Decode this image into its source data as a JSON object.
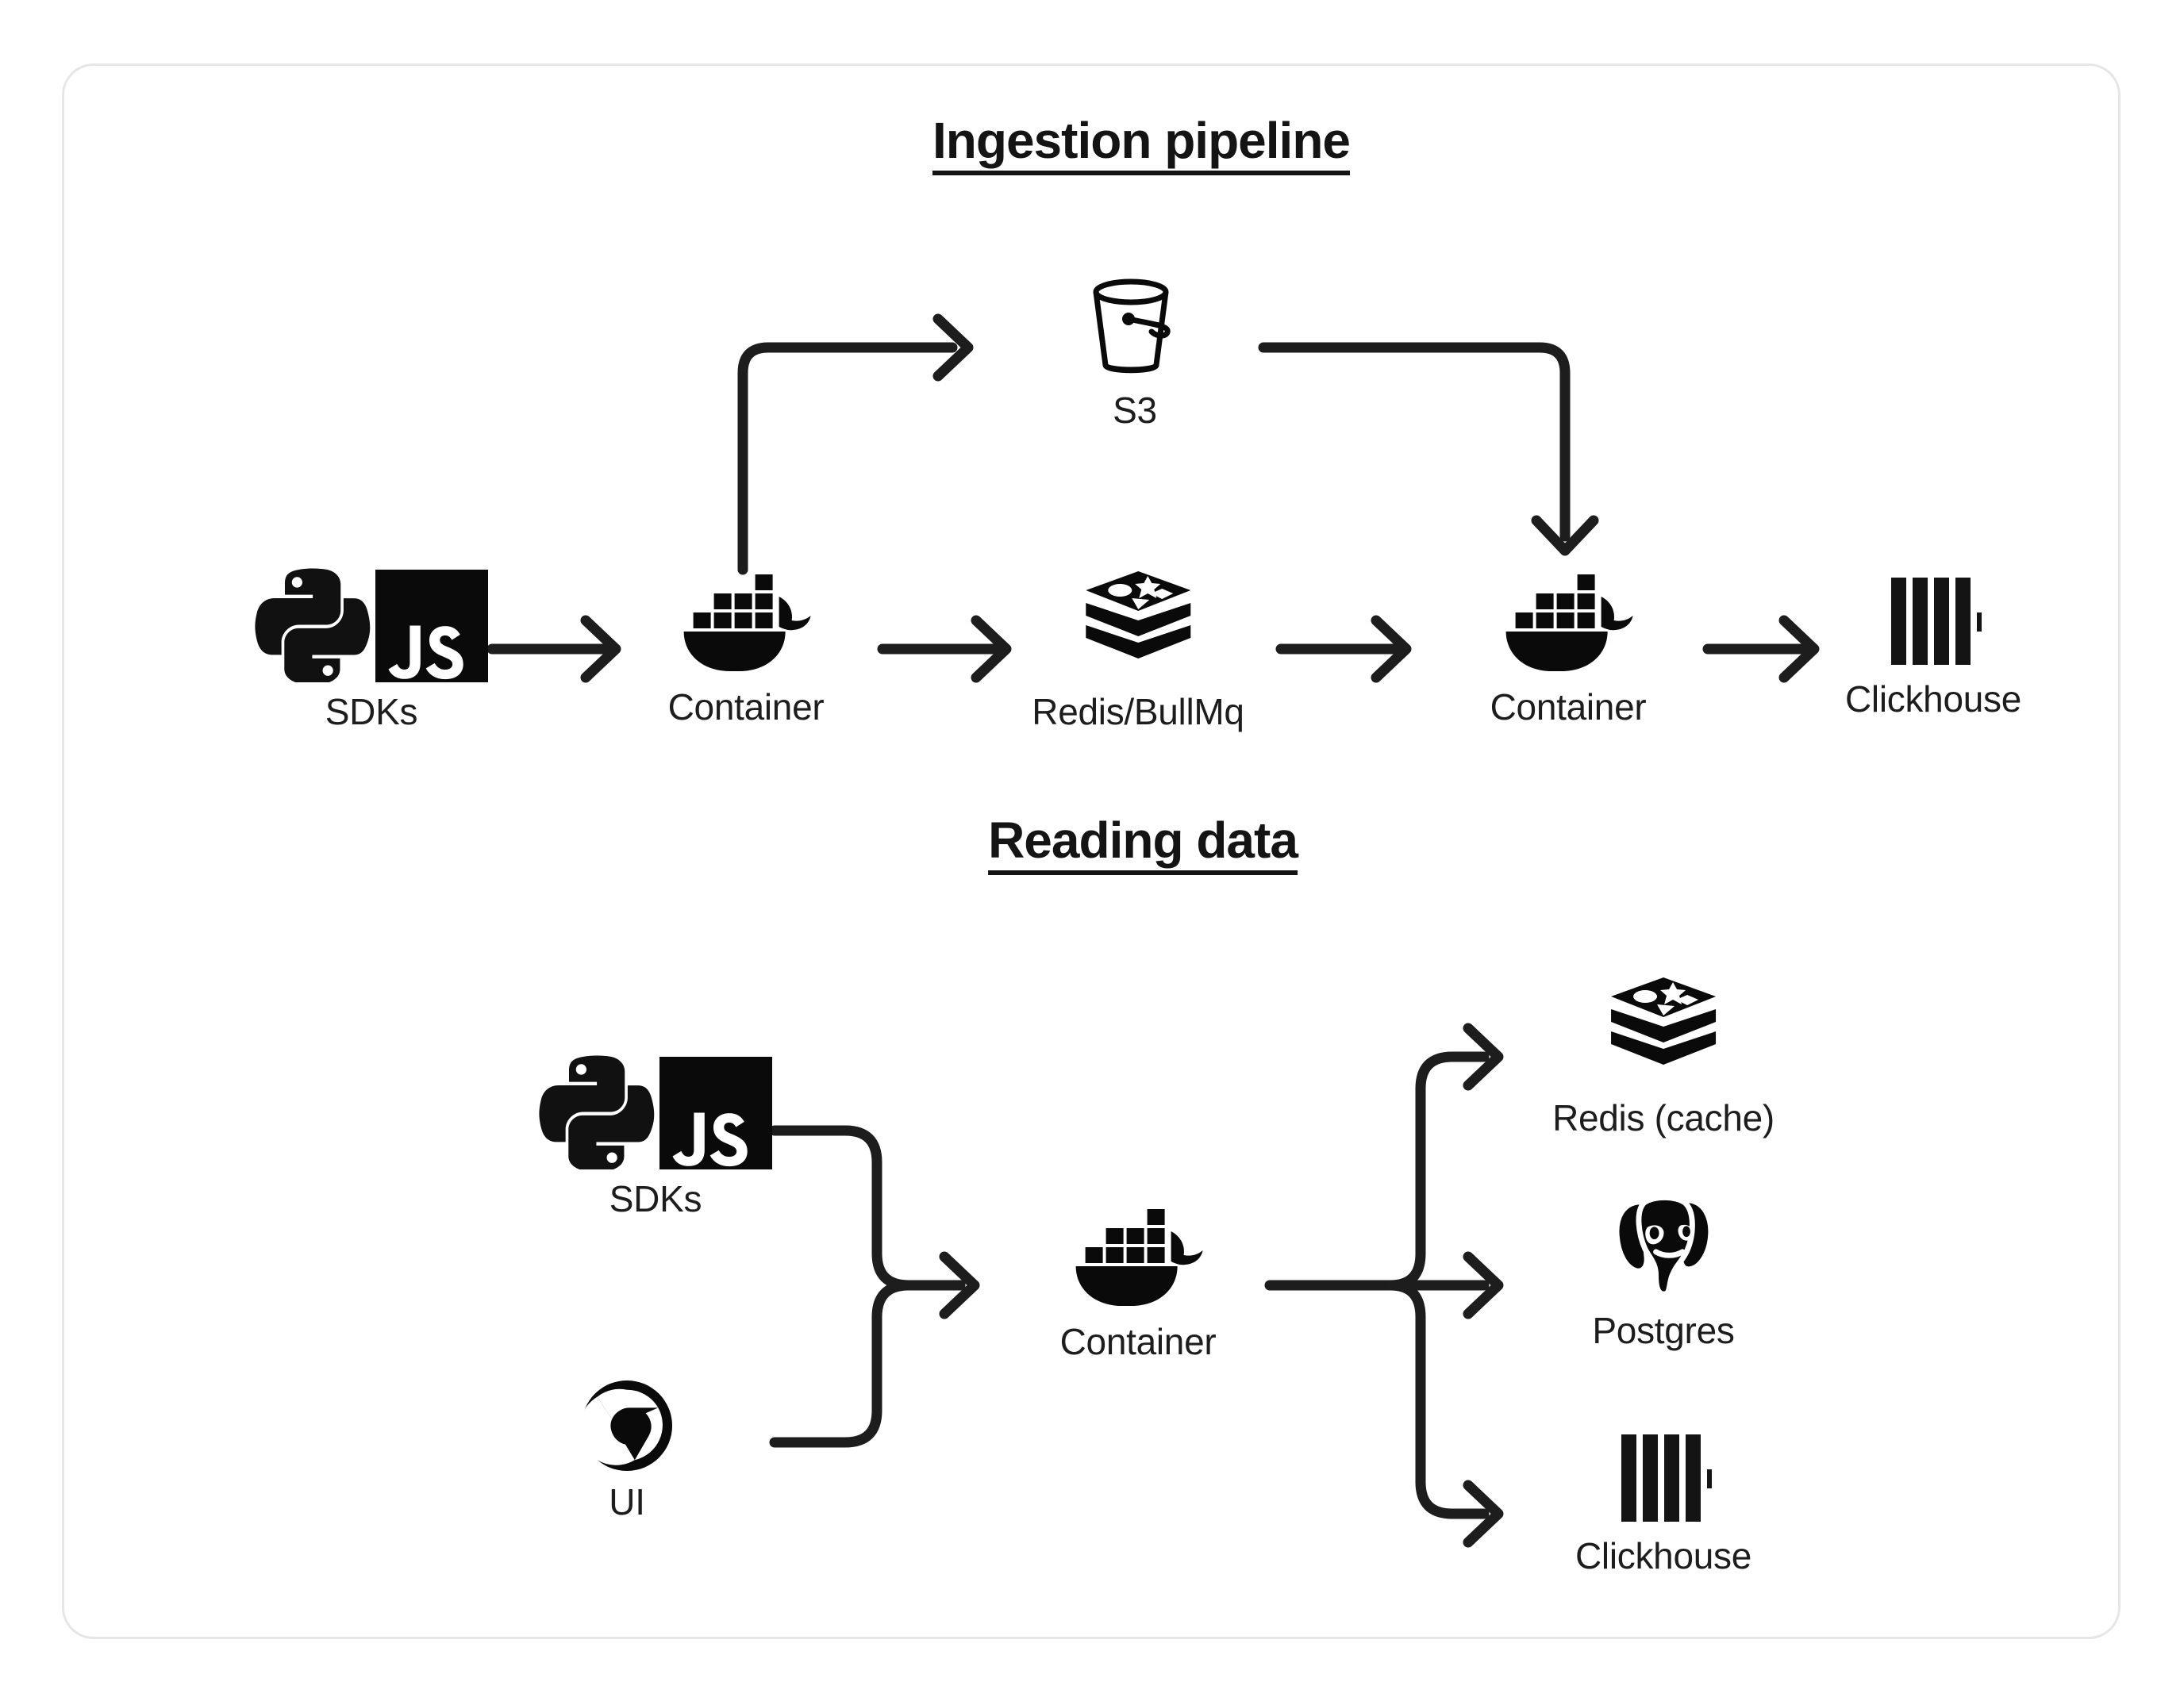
{
  "diagram": {
    "type": "architecture-flow",
    "background": "#ffffff",
    "card_border_color": "#e6e6e6",
    "stroke_color": "#1d1d1d",
    "sections": [
      {
        "id": "ingestion",
        "title": "Ingestion pipeline",
        "nodes": [
          {
            "id": "sdks-1",
            "label": "SDKs",
            "icons": [
              "python-icon",
              "javascript-icon"
            ]
          },
          {
            "id": "container-1",
            "label": "Container",
            "icons": [
              "docker-icon"
            ]
          },
          {
            "id": "s3",
            "label": "S3",
            "icons": [
              "s3-bucket-icon"
            ]
          },
          {
            "id": "redis-bullmq",
            "label": "Redis/BullMq",
            "icons": [
              "redis-icon"
            ]
          },
          {
            "id": "container-2",
            "label": "Container",
            "icons": [
              "docker-icon"
            ]
          },
          {
            "id": "clickhouse-1",
            "label": "Clickhouse",
            "icons": [
              "clickhouse-icon"
            ]
          }
        ],
        "edges": [
          {
            "from": "sdks-1",
            "to": "container-1",
            "style": "straight"
          },
          {
            "from": "container-1",
            "to": "s3",
            "style": "elbow-up"
          },
          {
            "from": "container-1",
            "to": "redis-bullmq",
            "style": "straight"
          },
          {
            "from": "s3",
            "to": "container-2",
            "style": "elbow-down"
          },
          {
            "from": "redis-bullmq",
            "to": "container-2",
            "style": "straight"
          },
          {
            "from": "container-2",
            "to": "clickhouse-1",
            "style": "straight"
          }
        ]
      },
      {
        "id": "reading",
        "title": "Reading data",
        "nodes": [
          {
            "id": "sdks-2",
            "label": "SDKs",
            "icons": [
              "python-icon",
              "javascript-icon"
            ]
          },
          {
            "id": "ui",
            "label": "UI",
            "icons": [
              "chrome-icon"
            ]
          },
          {
            "id": "container-3",
            "label": "Container",
            "icons": [
              "docker-icon"
            ]
          },
          {
            "id": "redis-cache",
            "label": "Redis (cache)",
            "icons": [
              "redis-icon"
            ]
          },
          {
            "id": "postgres",
            "label": "Postgres",
            "icons": [
              "postgres-icon"
            ]
          },
          {
            "id": "clickhouse-2",
            "label": "Clickhouse",
            "icons": [
              "clickhouse-icon"
            ]
          }
        ],
        "edges": [
          {
            "from": "sdks-2",
            "to": "container-3",
            "style": "merge-from-top"
          },
          {
            "from": "ui",
            "to": "container-3",
            "style": "merge-from-bottom"
          },
          {
            "from": "container-3",
            "to": "redis-cache",
            "style": "split-up"
          },
          {
            "from": "container-3",
            "to": "postgres",
            "style": "straight"
          },
          {
            "from": "container-3",
            "to": "clickhouse-2",
            "style": "split-down"
          }
        ]
      }
    ]
  }
}
